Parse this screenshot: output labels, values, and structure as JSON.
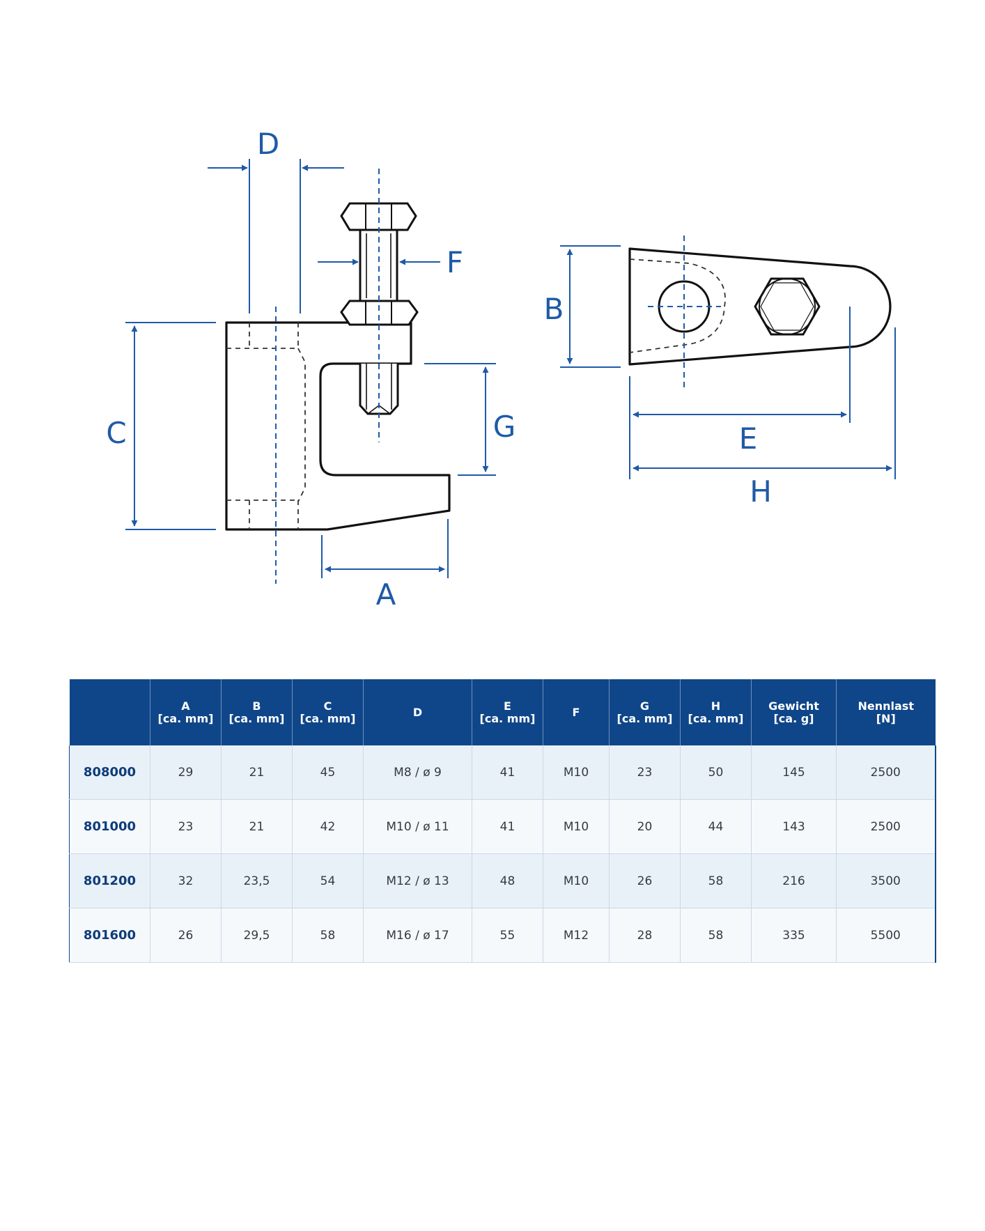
{
  "drawing": {
    "labels": {
      "d": "D",
      "f": "F",
      "b": "B",
      "c": "C",
      "g": "G",
      "e": "E",
      "h": "H",
      "a": "A"
    },
    "line_color": "#1f5aa6",
    "outline_color": "#111111"
  },
  "table": {
    "header_color": "#0f4689",
    "columns": [
      {
        "name": "",
        "unit": ""
      },
      {
        "name": "A",
        "unit": "[ca. mm]"
      },
      {
        "name": "B",
        "unit": "[ca. mm]"
      },
      {
        "name": "C",
        "unit": "[ca. mm]"
      },
      {
        "name": "D",
        "unit": ""
      },
      {
        "name": "E",
        "unit": "[ca. mm]"
      },
      {
        "name": "F",
        "unit": ""
      },
      {
        "name": "G",
        "unit": "[ca. mm]"
      },
      {
        "name": "H",
        "unit": "[ca. mm]"
      },
      {
        "name": "Gewicht",
        "unit": "[ca. g]"
      },
      {
        "name": "Nennlast",
        "unit": "[N]"
      }
    ],
    "rows": [
      [
        "808000",
        "29",
        "21",
        "45",
        "M8 / ø 9",
        "41",
        "M10",
        "23",
        "50",
        "145",
        "2500"
      ],
      [
        "801000",
        "23",
        "21",
        "42",
        "M10 / ø 11",
        "41",
        "M10",
        "20",
        "44",
        "143",
        "2500"
      ],
      [
        "801200",
        "32",
        "23,5",
        "54",
        "M12 / ø 13",
        "48",
        "M10",
        "26",
        "58",
        "216",
        "3500"
      ],
      [
        "801600",
        "26",
        "29,5",
        "58",
        "M16 / ø 17",
        "55",
        "M12",
        "28",
        "58",
        "335",
        "5500"
      ]
    ]
  }
}
